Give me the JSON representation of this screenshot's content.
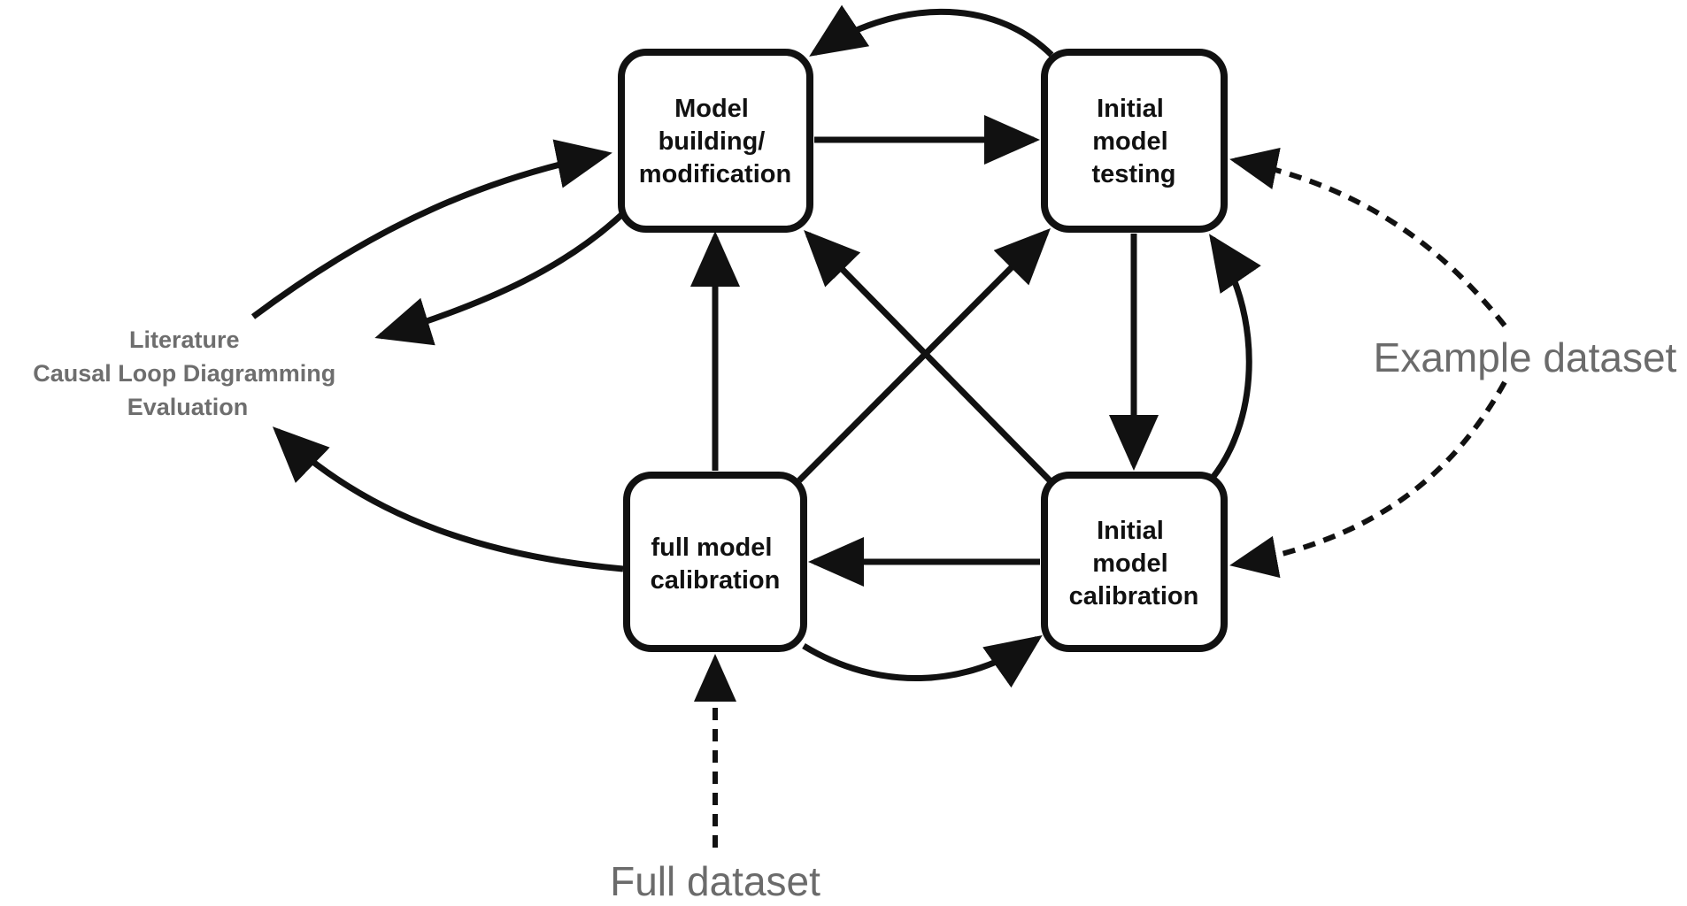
{
  "diagram": {
    "nodes": {
      "model_building": {
        "lines": [
          "Model",
          "building/",
          "modification"
        ]
      },
      "initial_testing": {
        "lines": [
          "Initial",
          "model",
          "testing"
        ]
      },
      "full_calibration": {
        "lines": [
          "full model",
          "calibration"
        ]
      },
      "initial_calibration": {
        "lines": [
          "Initial",
          "model",
          "calibration"
        ]
      }
    },
    "side_sources": {
      "literature": {
        "lines": [
          "Literature",
          "Causal Loop Diagramming",
          "Evaluation"
        ]
      },
      "example_dataset": "Example dataset",
      "full_dataset": "Full dataset"
    },
    "colors": {
      "stroke": "#111111",
      "node_text": "#111111",
      "side_text": "#6e6e6e",
      "background": "#ffffff"
    }
  }
}
